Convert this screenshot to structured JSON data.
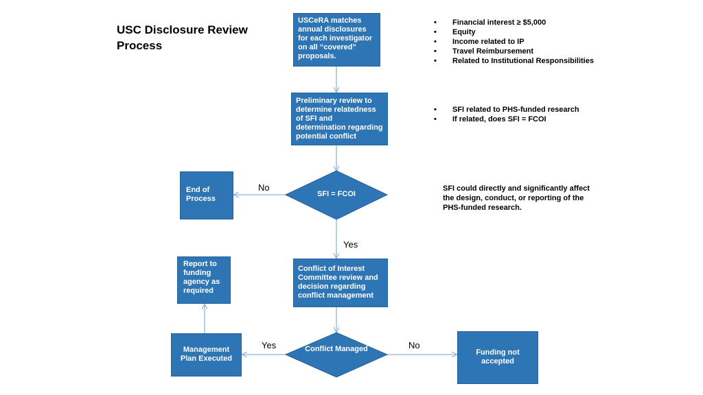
{
  "title": "USC Disclosure Review Process",
  "colors": {
    "box_fill": "#2e75b6",
    "connector": "#8fb4d9"
  },
  "nodes": {
    "uscera": "USCeRA matches annual disclosures for each investigator on all  “covered” proposals.",
    "prelim": "Preliminary review to determine relatedness of SFI and determination regarding potential conflict",
    "sfi_decision": "SFI = FCOI",
    "end": "End of Process",
    "coi_review": "Conflict of Interest Committee review and decision regarding conflict management",
    "report": "Report to funding agency as required",
    "conflict_decision": "Conflict Managed",
    "mgmt_plan": "Management Plan Executed",
    "funding_not_accepted": "Funding not accepted"
  },
  "edge_labels": {
    "sfi_no": "No",
    "sfi_yes": "Yes",
    "conflict_yes": "Yes",
    "conflict_no": "No"
  },
  "sfi_types": [
    "Financial interest ≥ $5,000",
    "Equity",
    "Income related to IP",
    "Travel Reimbursement",
    "Related to Institutional Responsibilities"
  ],
  "review_criteria": [
    "SFI related to PHS-funded research",
    "If related, does SFI = FCOI"
  ],
  "fcoi_definition": "SFI could directly and significantly affect the design, conduct, or reporting of the PHS-funded research."
}
